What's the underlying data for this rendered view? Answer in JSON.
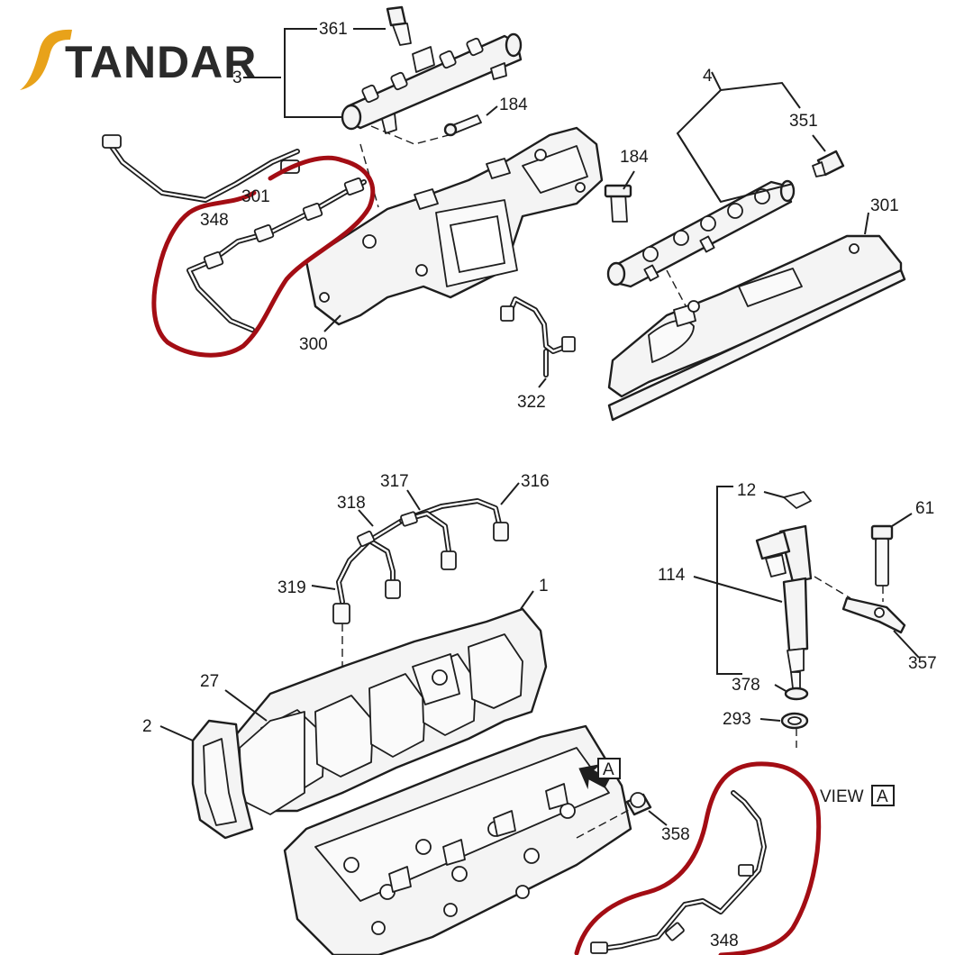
{
  "brand": {
    "logo_text": "TANDAR",
    "logo_color": "#e8a21a",
    "text_color": "#2a2a2a"
  },
  "highlight_color": "#a30d14",
  "view_label": "VIEW",
  "view_box_letter": "A",
  "arrow_box_letter": "A",
  "callouts": [
    {
      "id": "c361",
      "text": "361"
    },
    {
      "id": "c3",
      "text": "3"
    },
    {
      "id": "c184a",
      "text": "184"
    },
    {
      "id": "c4",
      "text": "4"
    },
    {
      "id": "c351",
      "text": "351"
    },
    {
      "id": "c184b",
      "text": "184"
    },
    {
      "id": "c301",
      "text": "301"
    },
    {
      "id": "c348a",
      "text": "348"
    },
    {
      "id": "c301b",
      "text": "301"
    },
    {
      "id": "c300",
      "text": "300"
    },
    {
      "id": "c322",
      "text": "322"
    },
    {
      "id": "c317",
      "text": "317"
    },
    {
      "id": "c316",
      "text": "316"
    },
    {
      "id": "c318",
      "text": "318"
    },
    {
      "id": "c319",
      "text": "319"
    },
    {
      "id": "c1",
      "text": "1"
    },
    {
      "id": "c27",
      "text": "27"
    },
    {
      "id": "c2",
      "text": "2"
    },
    {
      "id": "c12",
      "text": "12"
    },
    {
      "id": "c61",
      "text": "61"
    },
    {
      "id": "c114",
      "text": "114"
    },
    {
      "id": "c357",
      "text": "357"
    },
    {
      "id": "c378",
      "text": "378"
    },
    {
      "id": "c293",
      "text": "293"
    },
    {
      "id": "c358",
      "text": "358"
    },
    {
      "id": "c348b",
      "text": "348"
    }
  ]
}
